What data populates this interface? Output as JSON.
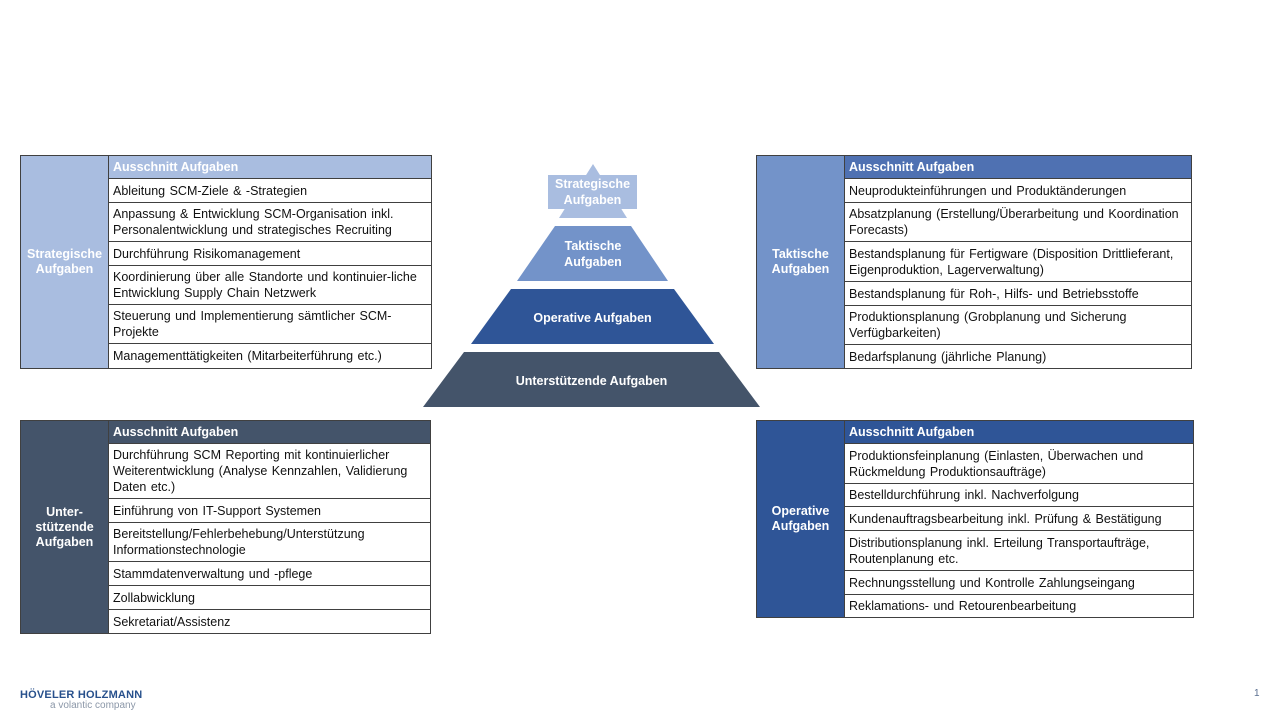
{
  "pyramid": {
    "strategic": "Strategische\nAufgaben",
    "tactical": "Taktische\nAufgaben",
    "operative": "Operative Aufgaben",
    "support": "Unterstützende Aufgaben",
    "colors": {
      "strategic": "#a9bde0",
      "tactical": "#7393c9",
      "operative": "#2f5597",
      "support": "#44546a"
    }
  },
  "panels": {
    "strategic": {
      "side_label": "Strategische\nAufgaben",
      "header": "Ausschnitt Aufgaben",
      "rows": [
        "Ableitung SCM-Ziele & -Strategien",
        "Anpassung & Entwicklung SCM-Organisation inkl. Personalentwicklung und strategisches Recruiting",
        "Durchführung Risikomanagement",
        "Koordinierung über alle Standorte und kontinuier-liche Entwicklung Supply Chain Netzwerk",
        "Steuerung und Implementierung sämtlicher SCM-Projekte",
        "Managementtätigkeiten (Mitarbeiterführung etc.)"
      ]
    },
    "tactical": {
      "side_label": "Taktische\nAufgaben",
      "header": "Ausschnitt Aufgaben",
      "rows": [
        "Neuprodukteinführungen und Produktänderungen",
        "Absatzplanung (Erstellung/Überarbeitung und Koordination Forecasts)",
        "Bestandsplanung für Fertigware (Disposition Drittlieferant, Eigenproduktion, Lagerverwaltung)",
        "Bestandsplanung für Roh-, Hilfs- und Betriebsstoffe",
        "Produktionsplanung (Grobplanung und Sicherung Verfügbarkeiten)",
        "Bedarfsplanung (jährliche Planung)"
      ]
    },
    "support": {
      "side_label": "Unter-\nstützende\nAufgaben",
      "header": "Ausschnitt Aufgaben",
      "rows": [
        "Durchführung SCM Reporting mit kontinuierlicher Weiterentwicklung (Analyse Kennzahlen, Validierung Daten etc.)",
        "Einführung von IT-Support Systemen",
        "Bereitstellung/Fehlerbehebung/Unterstützung Informationstechnologie",
        "Stammdatenverwaltung und -pflege",
        "Zollabwicklung",
        "Sekretariat/Assistenz"
      ]
    },
    "operative": {
      "side_label": "Operative\nAufgaben",
      "header": "Ausschnitt Aufgaben",
      "rows": [
        "Produktionsfeinplanung (Einlasten, Überwachen und Rückmeldung Produktionsaufträge)",
        "Bestelldurchführung inkl. Nachverfolgung",
        "Kundenauftragsbearbeitung inkl. Prüfung & Bestätigung",
        "Distributionsplanung inkl. Erteilung Transportaufträge, Routenplanung etc.",
        "Rechnungsstellung und Kontrolle Zahlungseingang",
        "Reklamations- und Retourenbearbeitung"
      ]
    }
  },
  "footer": {
    "brand": "HÖVELER HOLZMANN",
    "tagline": "a volantic company",
    "page_number": "1"
  }
}
